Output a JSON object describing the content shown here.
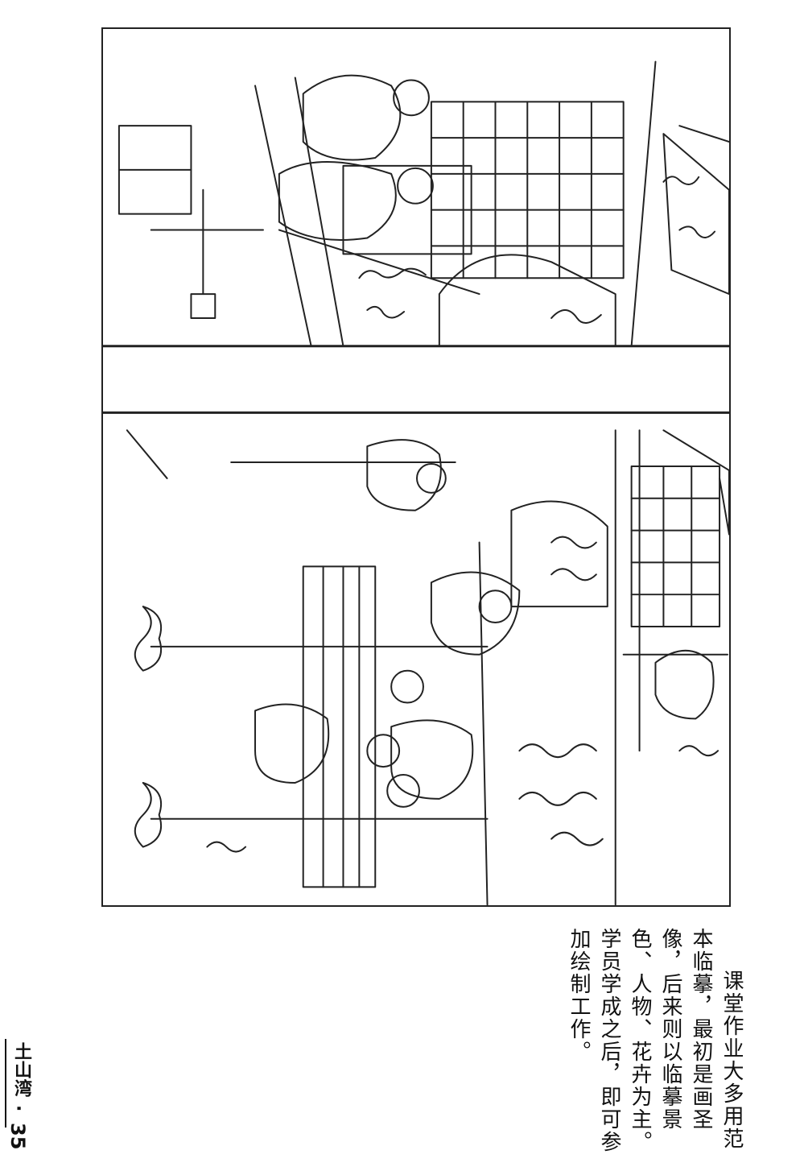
{
  "caption": {
    "text": "课堂作业大多用范本临摹，最初是画圣像，后来则以临摹景色、人物、花卉为主。学员学成之后，即可参加绘制工作。"
  },
  "footer": {
    "title": "土山湾",
    "separator": "·",
    "page_number": "35"
  },
  "illustration": {
    "description_icon": "line-drawing-classroom-scene"
  }
}
